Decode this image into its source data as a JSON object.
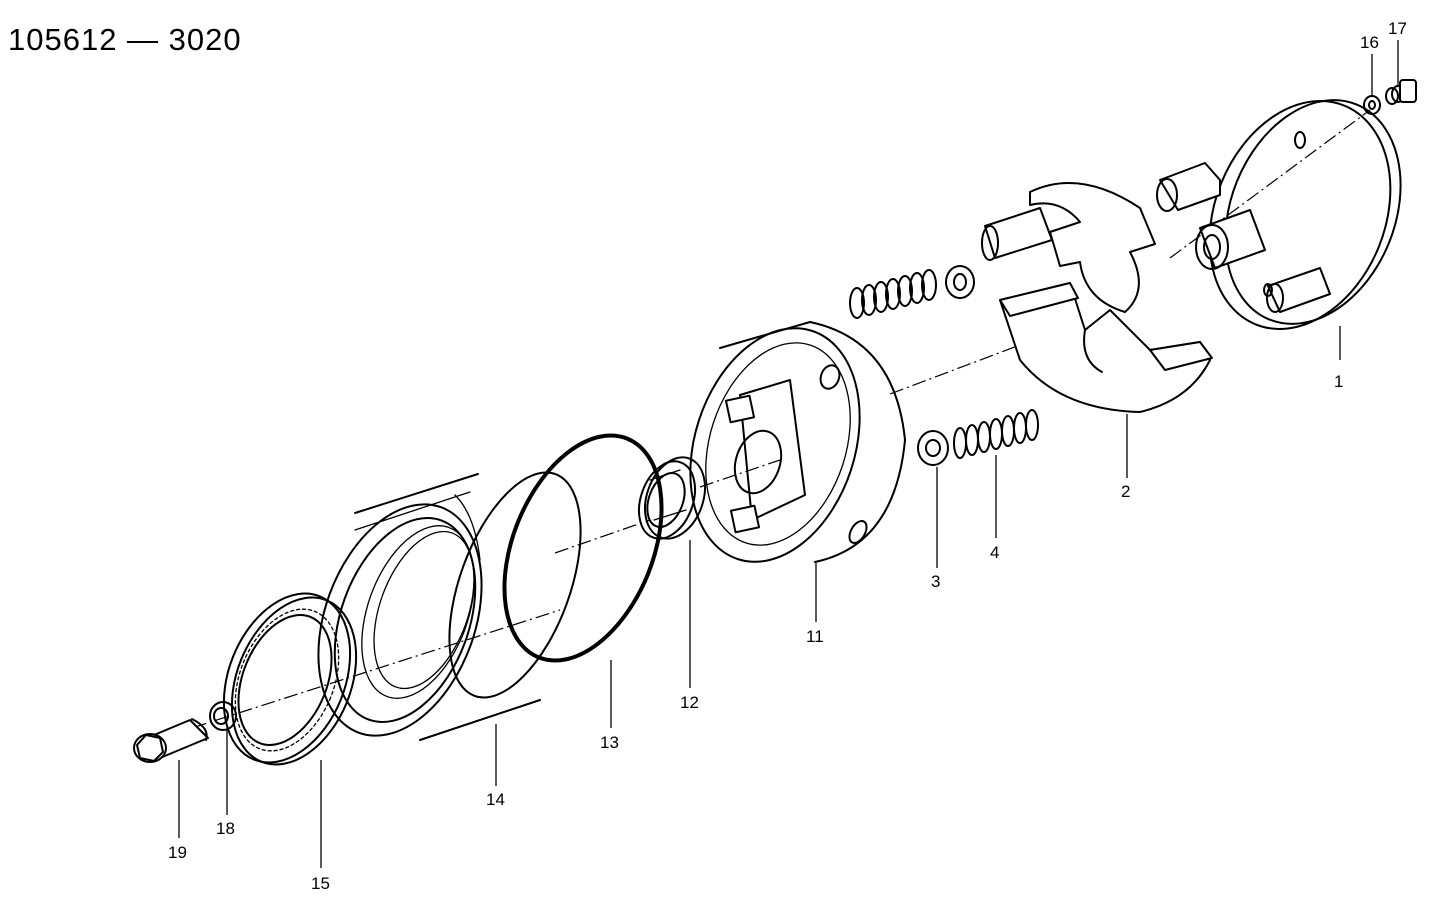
{
  "diagram": {
    "part_number": "105612 — 3020",
    "callouts": {
      "c1": "1",
      "c2": "2",
      "c3": "3",
      "c4": "4",
      "c11": "11",
      "c12": "12",
      "c13": "13",
      "c14": "14",
      "c15": "15",
      "c16": "16",
      "c17": "17",
      "c18": "18",
      "c19": "19"
    }
  }
}
